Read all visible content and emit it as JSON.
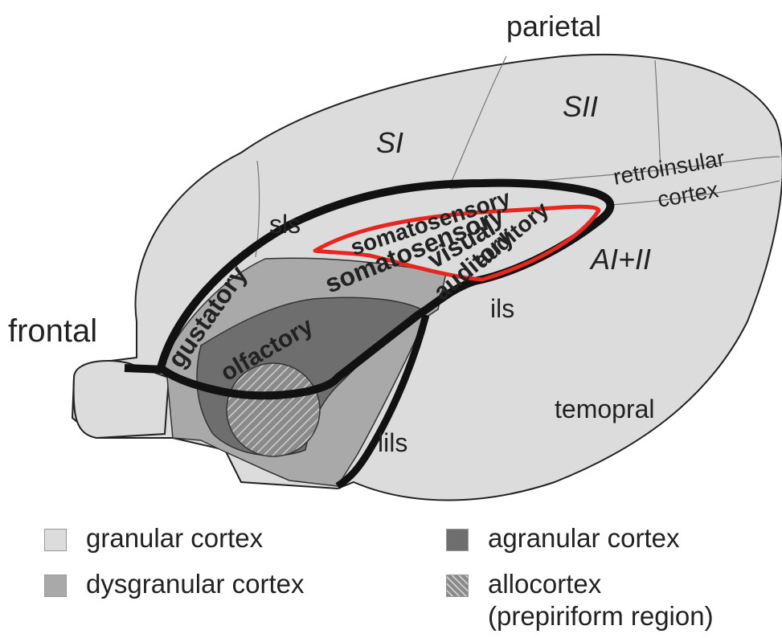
{
  "labels": {
    "parietal": "parietal",
    "frontal": "frontal",
    "temporal": "temopral",
    "si": "SI",
    "sii": "SII",
    "retroinsular": "retroinsular",
    "cortex": "cortex",
    "sls": "sls",
    "ils": "ils",
    "lils": "lils",
    "ai_ii": "AI+II",
    "gustatory": "gustatory",
    "olfactory": "olfactory",
    "somatosensory1": "somatosensory",
    "somatosensory2": "somatosensory",
    "visual": "visual",
    "auditory1": "auditory",
    "auditory2": "auditory"
  },
  "legend": {
    "granular": "granular cortex",
    "dysgranular": "dysgranular cortex",
    "agranular": "agranular cortex",
    "allocortex": "allocortex",
    "allocortex_sub": "(prepiriform region)"
  },
  "colors": {
    "granular": "#dcdcdc",
    "dysgranular": "#a9a9a9",
    "agranular": "#6e6e6e",
    "outline": "#111111",
    "red_outline": "#e8261f"
  }
}
